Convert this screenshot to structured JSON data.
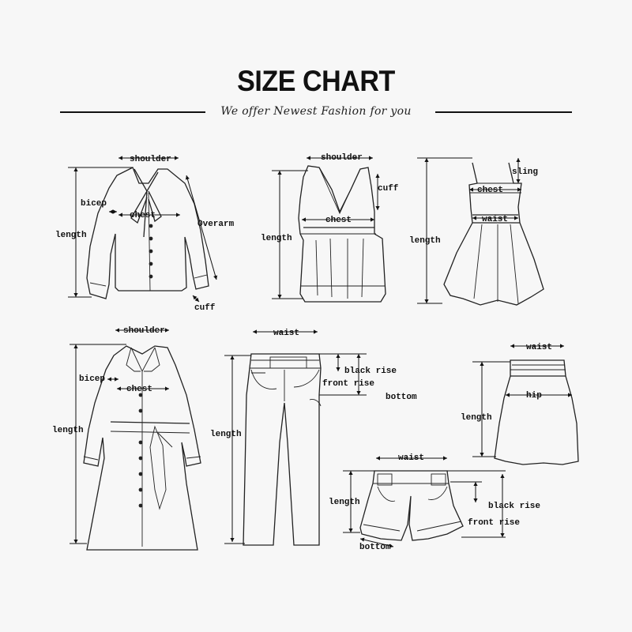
{
  "header": {
    "title": "SIZE CHART",
    "subtitle": "We offer Newest Fashion for you"
  },
  "garments": {
    "shirt": {
      "shoulder": "shoulder",
      "bicep": "bicep",
      "chest": "chest",
      "length": "length",
      "overarm": "Overarm",
      "cuff": "cuff"
    },
    "vest": {
      "shoulder": "shoulder",
      "cuff": "cuff",
      "chest": "chest",
      "length": "length"
    },
    "dress": {
      "sling": "sling",
      "chest": "chest",
      "waist": "waist",
      "length": "length"
    },
    "coat": {
      "shoulder": "shoulder",
      "bicep": "bicep",
      "chest": "chest",
      "length": "length"
    },
    "pants": {
      "waist": "waist",
      "black_rise": "black rise",
      "front_rise": "front rise",
      "bottom": "bottom",
      "length": "length"
    },
    "skirt": {
      "waist": "waist",
      "hip": "hip",
      "length": "length"
    },
    "shorts": {
      "waist": "waist",
      "length": "length",
      "black_rise": "black rise",
      "front_rise": "front rise",
      "bottom": "bottom"
    }
  }
}
